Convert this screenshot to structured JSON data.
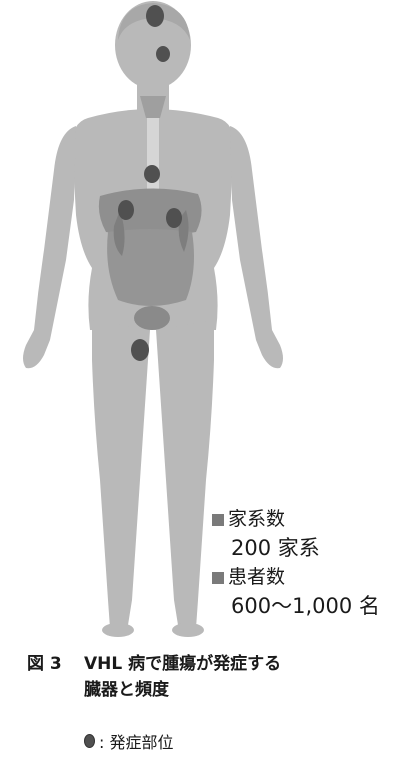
{
  "stats": [
    {
      "label": "家系数",
      "value": "200 家系"
    },
    {
      "label": "患者数",
      "value": "600～1,000 名"
    }
  ],
  "caption": {
    "fig_number": "図 3",
    "title_line1": "VHL 病で腫瘍が発症する",
    "title_line2": "臓器と頻度"
  },
  "legend": {
    "dot_label": ": 発症部位"
  },
  "colors": {
    "body_silhouette": "#b9b9b9",
    "organs": "#8f8f8f",
    "lesion_dot": "#505050",
    "stat_marker": "#7a7a7a"
  }
}
